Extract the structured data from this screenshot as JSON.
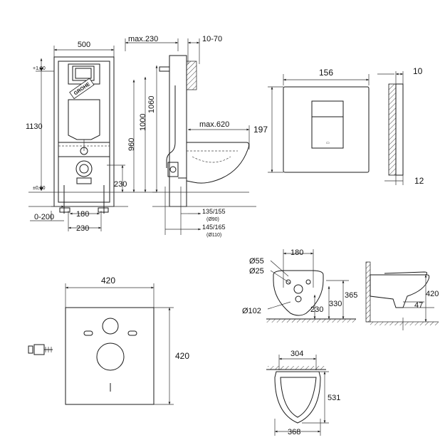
{
  "frame": {
    "width_top": "500",
    "height_total": "1130",
    "top_mark": "+1,00",
    "floor_mark": "±0,00",
    "floor_adjust": "0-200",
    "anchor_spacing": "180",
    "bottom_width": "230",
    "logo": "GROHE"
  },
  "frame_side": {
    "depth_max": "max.230",
    "wall_adjust": "10-70",
    "height_1060": "1060",
    "height_1000": "1000",
    "height_960": "960",
    "height_230": "230",
    "bowl_reach": "max.620",
    "offset_a": "135/155",
    "offset_a_pipe": "(Ø90)",
    "offset_b": "145/165",
    "offset_b_pipe": "(Ø110)"
  },
  "flush_plate": {
    "width": "156",
    "height": "197",
    "side_depth": "10",
    "side_bottom": "12"
  },
  "bowl_side": {
    "dia_55": "Ø55",
    "dia_25": "Ø25",
    "dia_102": "Ø102",
    "spacing_180": "180",
    "height_365": "365",
    "height_330": "330",
    "height_230": "230",
    "height_420": "420",
    "height_47": "47"
  },
  "sound_pad": {
    "width": "420",
    "height": "420"
  },
  "bowl_top": {
    "seat_width": "304",
    "length": "531",
    "bowl_width": "368"
  }
}
